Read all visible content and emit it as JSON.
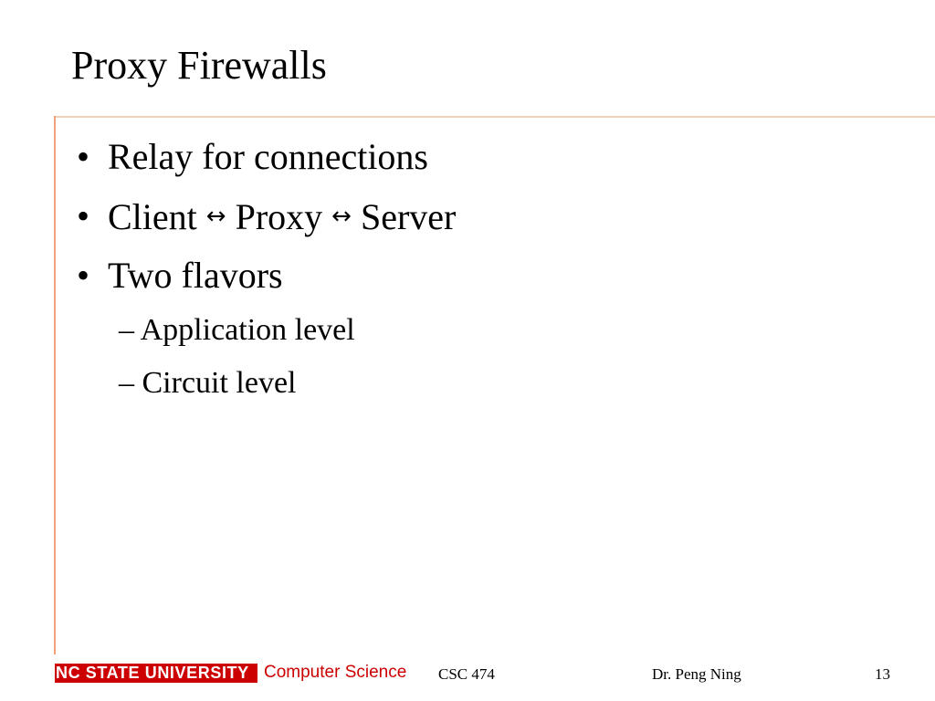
{
  "slide": {
    "title": "Proxy Firewalls",
    "bullet_symbol": "•",
    "dash_symbol": "–",
    "arrow_symbol": "↔",
    "bullets": [
      {
        "text": "Relay for connections"
      },
      {
        "segments": [
          "Client",
          "Proxy",
          "Server"
        ]
      },
      {
        "text": "Two flavors"
      }
    ],
    "sub_bullets": [
      "Application level",
      "Circuit level"
    ]
  },
  "footer": {
    "logo_text": "NC STATE UNIVERSITY",
    "department": "Computer Science",
    "course": "CSC 474",
    "author": "Dr. Peng Ning",
    "page_number": "13"
  },
  "colors": {
    "brand_red": "#cc0000",
    "rule_line": "#f0a17a"
  }
}
